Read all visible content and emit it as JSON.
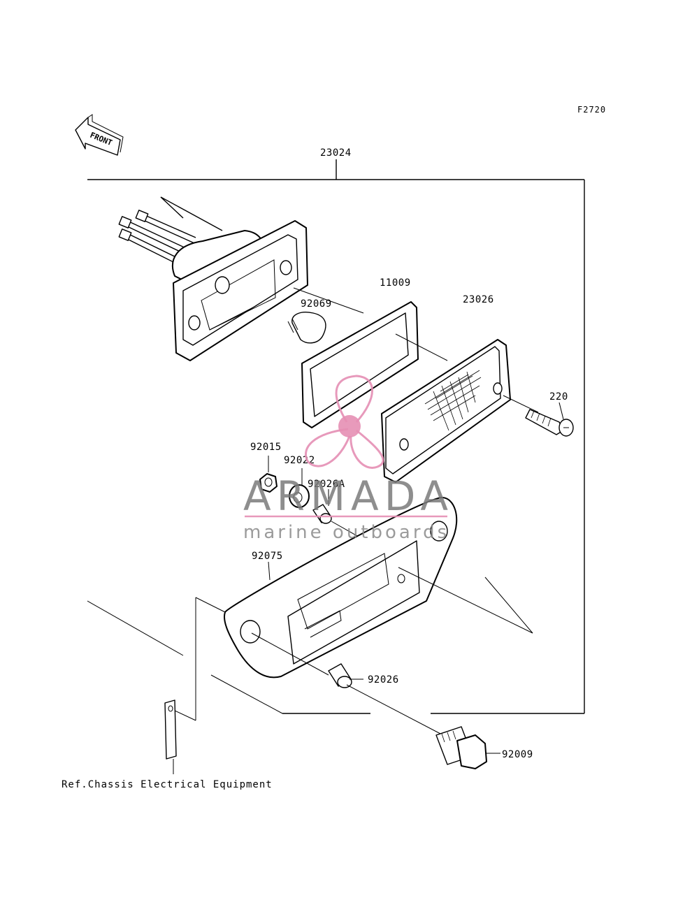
{
  "diagram_code": "F2720",
  "direction_label": "FRONT",
  "reference_note": "Ref.Chassis Electrical Equipment",
  "parts": {
    "assembly": "23024",
    "gasket": "11009",
    "bulb": "92069",
    "lens": "23026",
    "screw": "220",
    "nut": "92015",
    "grommet": "92022",
    "collar_a": "92026A",
    "bracket": "92075",
    "collar": "92026",
    "bolt": "92009"
  },
  "watermark": {
    "title": "ARMADA",
    "subtitle": "marine outboards",
    "title_color": "#7a7a7a",
    "accent_color": "#e58fb4"
  }
}
